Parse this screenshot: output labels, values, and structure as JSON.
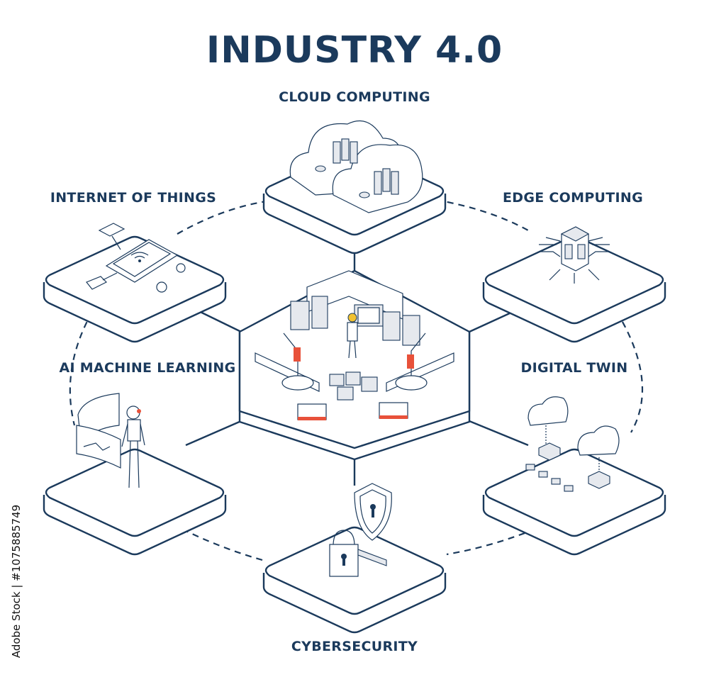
{
  "title": "INDUSTRY 4.0",
  "nodes": {
    "cloud_computing": "CLOUD COMPUTING",
    "internet_of_things": "INTERNET OF THINGS",
    "edge_computing": "EDGE COMPUTING",
    "ai_machine_learning": "AI MACHINE LEARNING",
    "digital_twin": "DIGITAL TWIN",
    "cybersecurity": "CYBERSECURITY"
  },
  "stock_id": "Adobe Stock | #1075885749",
  "colors": {
    "ink": "#1b3a5c",
    "accent": "#e8513a",
    "background": "#ffffff"
  }
}
